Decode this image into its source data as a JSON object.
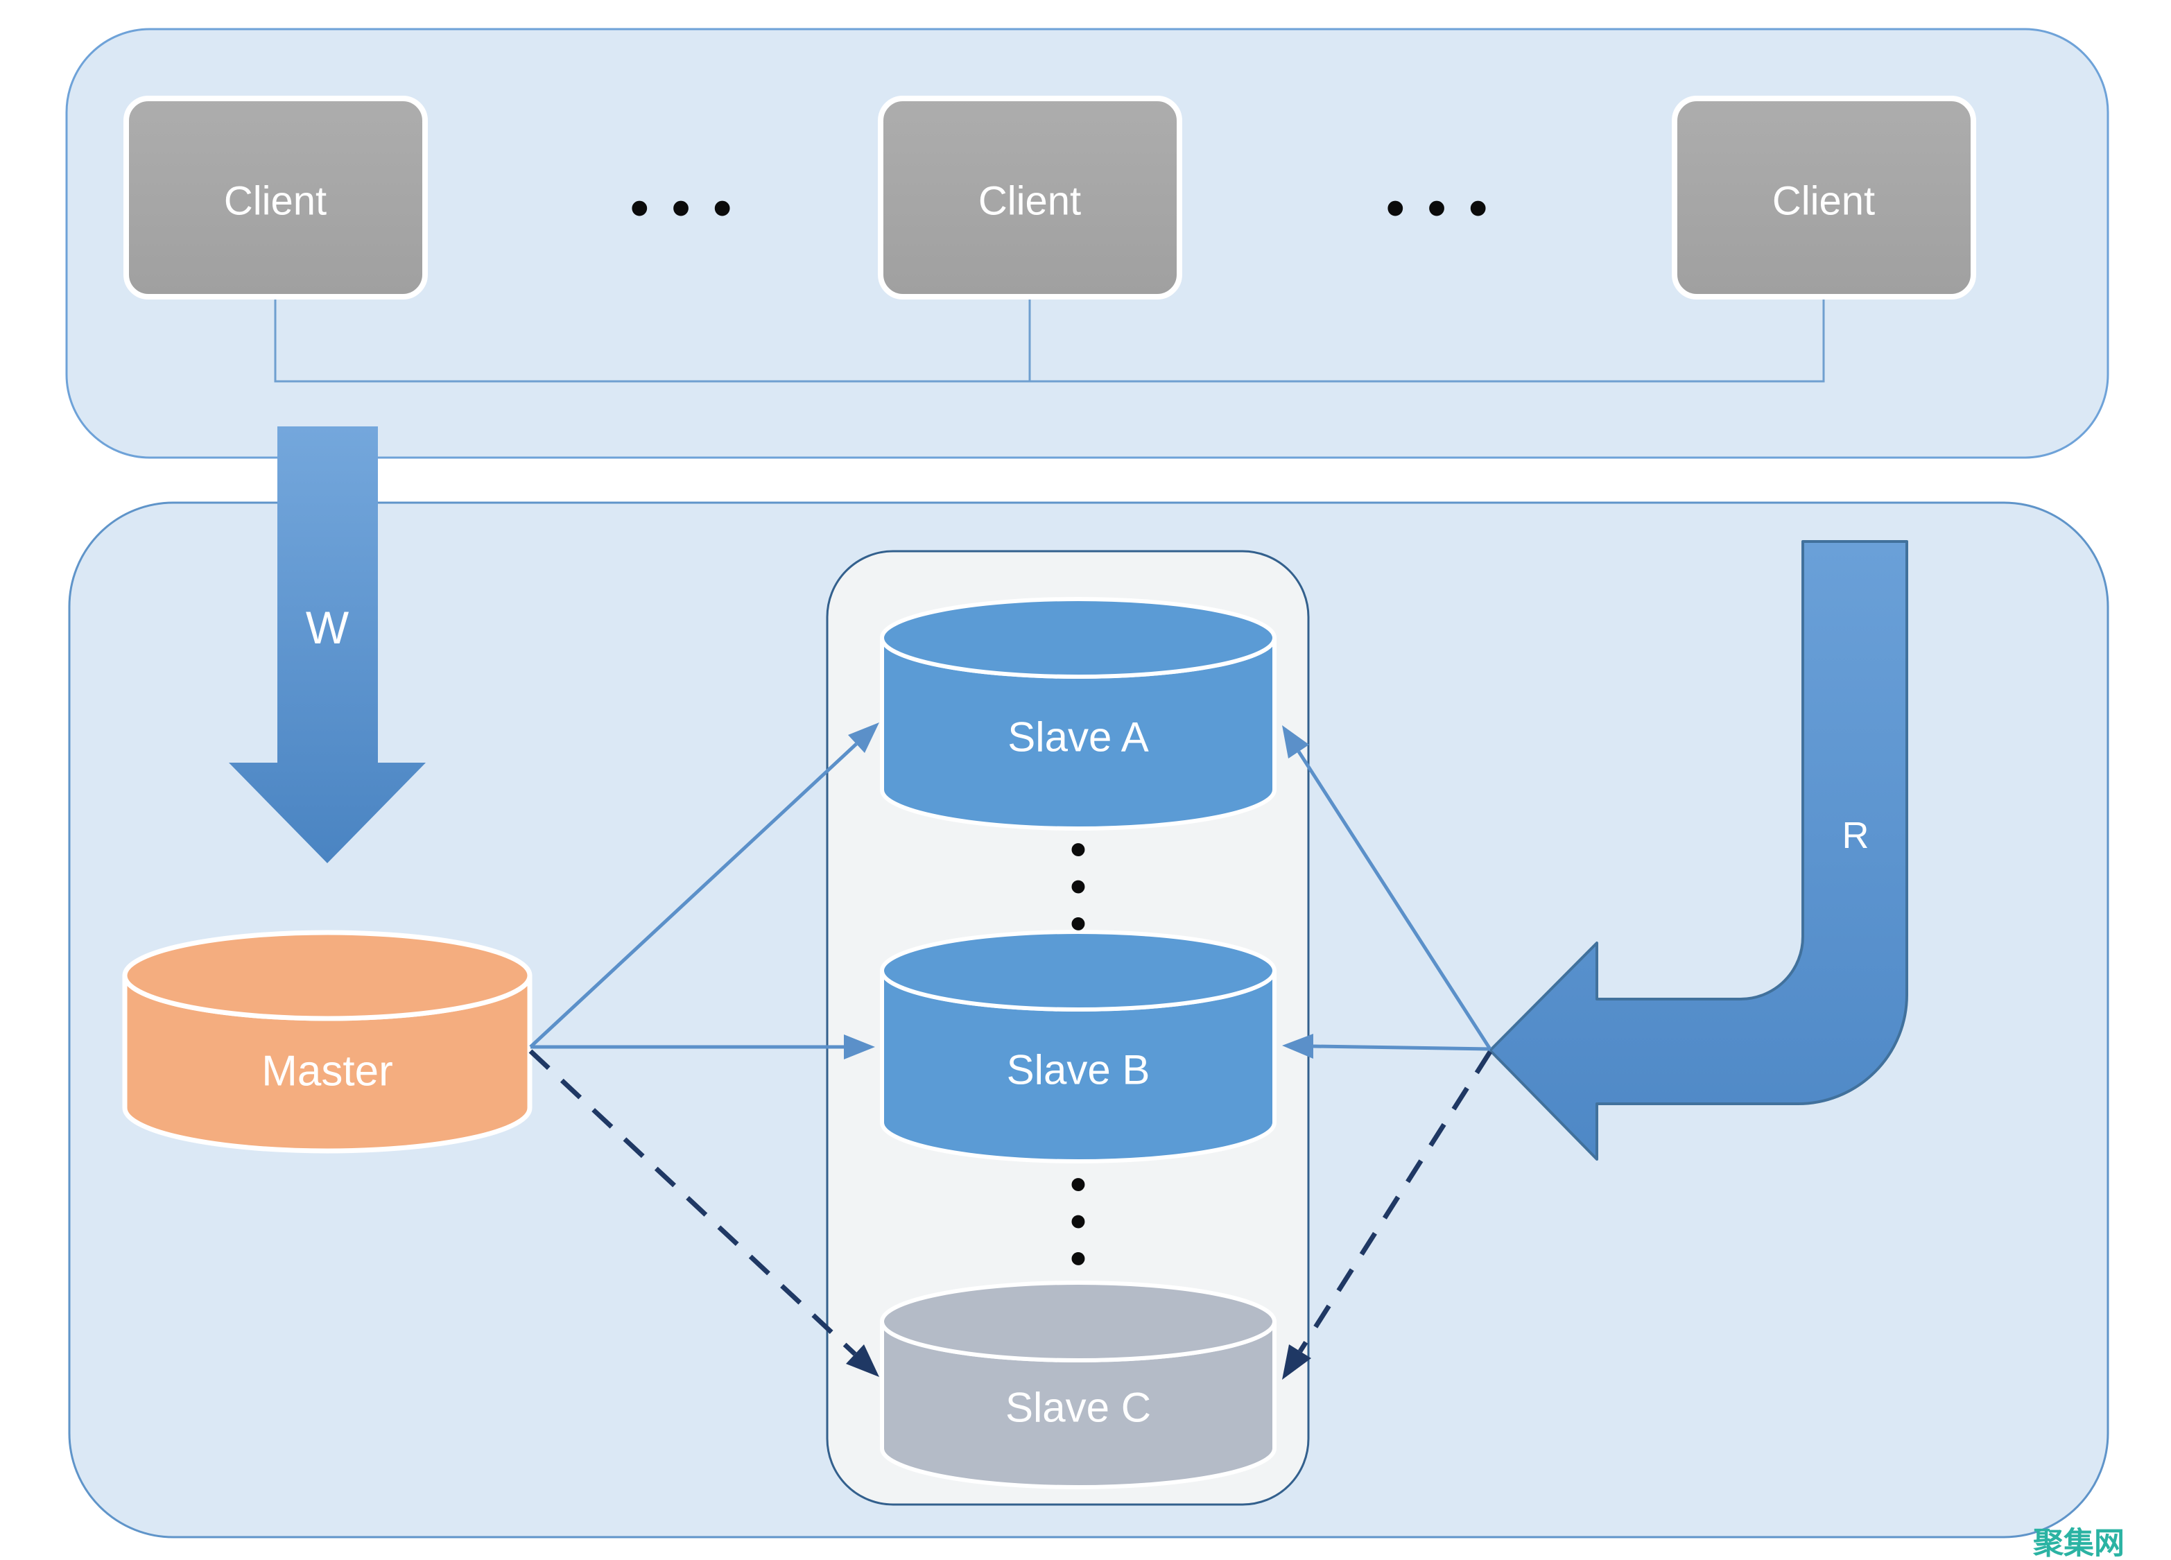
{
  "diagram": {
    "title_hint": "master-slave replication diagram",
    "clients": {
      "labels": [
        "Client",
        "Client",
        "Client"
      ],
      "ellipsis": "• • •"
    },
    "arrows": {
      "write_label": "W",
      "read_label": "R"
    },
    "master": {
      "label": "Master"
    },
    "slaves": {
      "a_label": "Slave A",
      "b_label": "Slave B",
      "c_label": "Slave C",
      "ellipsis_vertical": "• • •"
    },
    "watermark": {
      "text": "聚集网",
      "color": "#2bb3a3"
    },
    "colors": {
      "container_fill": "#dbe8f5",
      "container_border": "#6ea2d8",
      "client_fill": "#a7a7a7",
      "master_fill": "#f4ad7f",
      "slave_fill": "#5b9bd5",
      "slave_c_fill": "#b4bbc7",
      "big_arrow_fill": "#5b9bd5",
      "big_arrow_border": "#41719c",
      "link_solid": "#5b90c9",
      "link_dashed": "#1f3864",
      "group_fill": "#f2f4f5",
      "group_border": "#33608d"
    }
  }
}
